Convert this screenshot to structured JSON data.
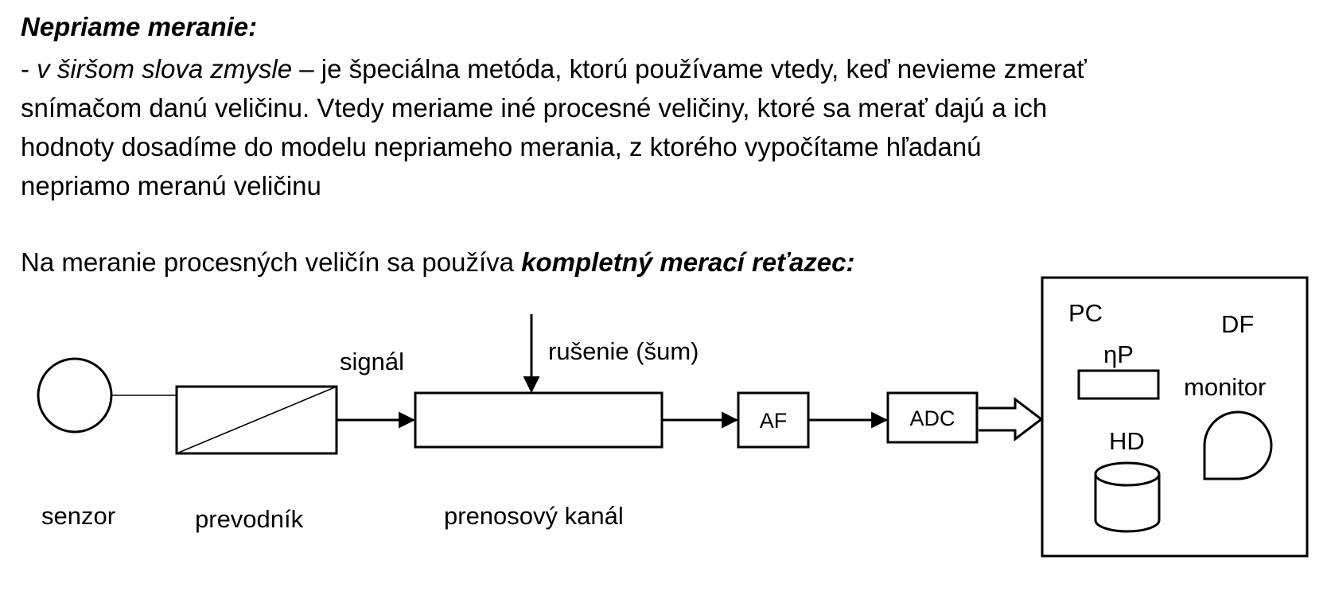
{
  "heading": "Nepriame meranie:",
  "paragraph": {
    "dash": "- ",
    "italic": "v širšom slova zmysle",
    "line1_rest": " – je špeciálna metóda, ktorú používame vtedy, keď nevieme zmerať",
    "line2": "snímačom danú veličinu. Vtedy meriame iné procesné veličiny, ktoré sa merať dajú a ich",
    "line3": "hodnoty dosadíme do modelu nepriameho merania, z ktorého vypočítame hľadanú",
    "line4": "nepriamo meranú veličinu"
  },
  "chain_sentence": {
    "text": "Na meranie procesných veličín sa používa ",
    "bold": "kompletný merací reťazec:"
  },
  "diagram": {
    "labels": {
      "sensor": "senzor",
      "converter": "prevodník",
      "signal": "signál",
      "noise": "rušenie (šum)",
      "channel": "prenosový kanál",
      "af": "AF",
      "adc": "ADC",
      "pc": "PC",
      "df": "DF",
      "mp": "ηP",
      "monitor": "monitor",
      "hd": "HD"
    }
  }
}
